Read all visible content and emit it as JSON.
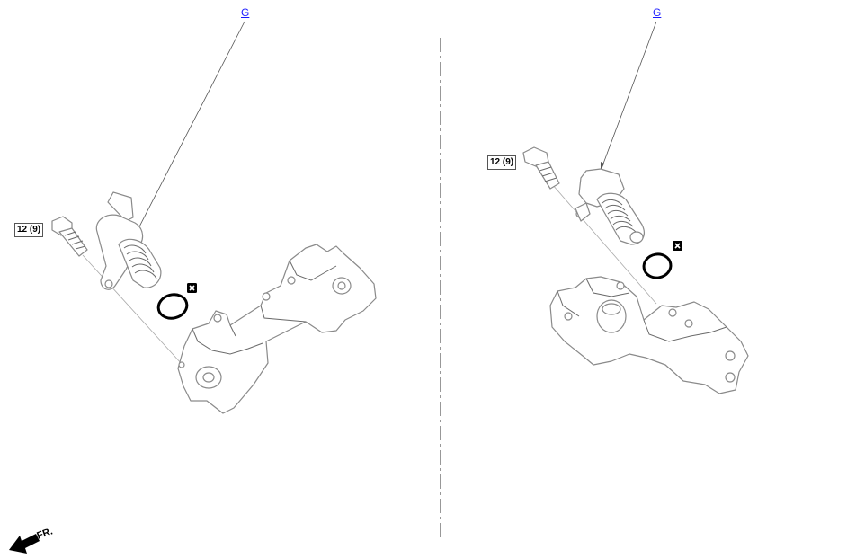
{
  "left_view": {
    "ref_label": "G",
    "torque": "12 (9)"
  },
  "right_view": {
    "ref_label": "G",
    "torque": "12 (9)"
  },
  "front_indicator": {
    "label": "FR."
  },
  "colors": {
    "link": "#1a1aff",
    "part_outline": "#8a8a8a",
    "oring": "#000000",
    "divider": "#555555"
  },
  "icons": [
    "replace-part-icon",
    "front-arrow-icon"
  ]
}
